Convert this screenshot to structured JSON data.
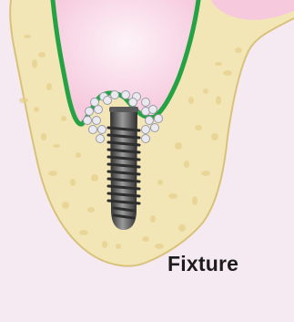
{
  "diagram": {
    "label": "Fixture",
    "parts": [
      {
        "name": "background",
        "color": "#f5eaf2"
      },
      {
        "name": "bone",
        "color": "#f3e6b6",
        "outline": "#d8c27a",
        "speckle": "#e4cf8a"
      },
      {
        "name": "gum-tissue",
        "color": "#f6c9dc",
        "highlight": "#fdf3f8",
        "outline": "#25a244"
      },
      {
        "name": "bone-graft-granules",
        "color": "#e9e9ef",
        "outline": "#9a9aa8"
      },
      {
        "name": "implant-fixture",
        "color": "#5a5a5a",
        "highlight": "#9a9a9a",
        "shadow": "#2e2e2e"
      }
    ]
  }
}
